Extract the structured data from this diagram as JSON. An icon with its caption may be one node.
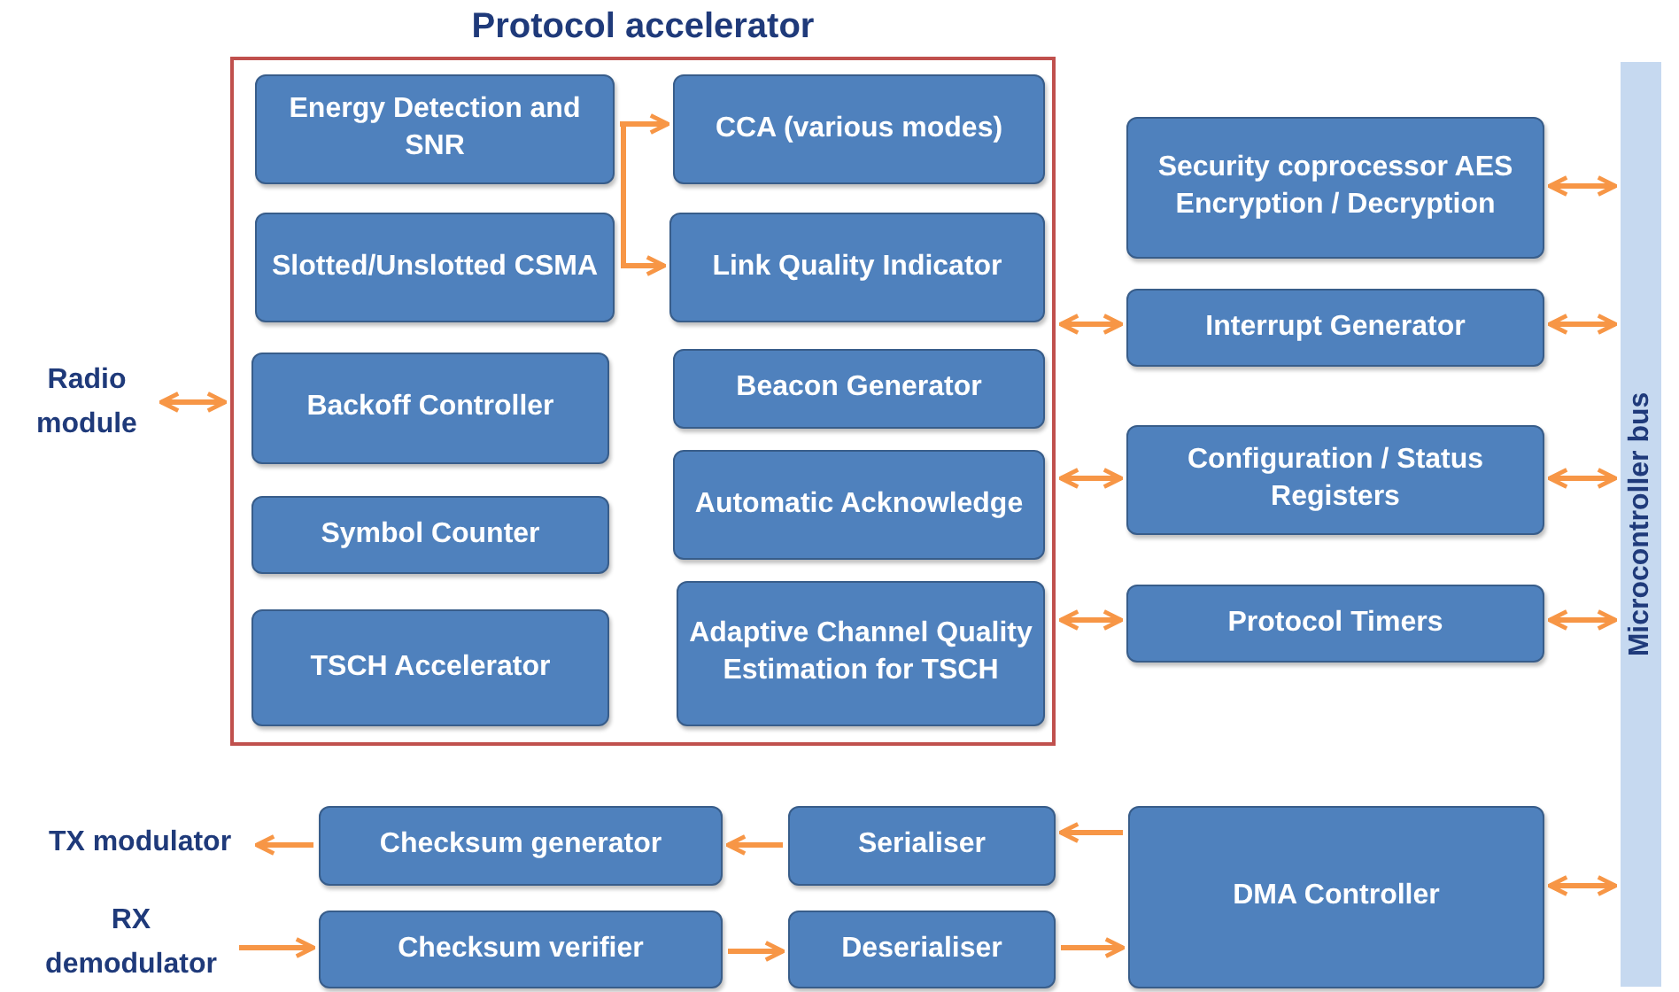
{
  "diagram": {
    "nodes": [
      {
        "text": [
          "Protocol accelerator"
        ]
      },
      {
        "text": [
          "Energy Detection and SNR"
        ],
        "in": 0
      },
      {
        "text": [
          "CCA (various modes)"
        ],
        "in": 0
      },
      {
        "text": [
          "Slotted/Unslotted CSMA"
        ],
        "in": 0
      },
      {
        "text": [
          "Link Quality Indicator"
        ],
        "in": 0
      },
      {
        "text": [
          "Backoff Controller"
        ],
        "in": 0
      },
      {
        "text": [
          "Beacon Generator"
        ],
        "in": 0
      },
      {
        "text": [
          "Symbol Counter"
        ],
        "in": 0
      },
      {
        "text": [
          "Automatic Acknowledge"
        ],
        "in": 0
      },
      {
        "text": [
          "TSCH Accelerator"
        ],
        "in": 0
      },
      {
        "text": [
          "Adaptive Channel Quality Estimation for TSCH"
        ],
        "in": 0
      },
      {
        "text": [
          "Radio module"
        ]
      },
      {
        "text": [
          "Security coprocessor AES Encryption / Decryption"
        ]
      },
      {
        "text": [
          "Interrupt Generator"
        ]
      },
      {
        "text": [
          "Configuration / Status Registers"
        ]
      },
      {
        "text": [
          "Protocol Timers"
        ]
      },
      {
        "text": [
          "Microcontroller bus"
        ]
      },
      {
        "text": [
          "TX modulator"
        ]
      },
      {
        "text": [
          "Checksum generator"
        ]
      },
      {
        "text": [
          "Serialiser"
        ]
      },
      {
        "text": [
          "DMA Controller"
        ]
      },
      {
        "text": [
          "RX demodulator"
        ]
      },
      {
        "text": [
          "Checksum verifier"
        ]
      },
      {
        "text": [
          "Deserialiser"
        ]
      }
    ],
    "edges": [
      {
        "from": 1,
        "to": 2,
        "arrow": "to"
      },
      {
        "from": 1,
        "to": 4,
        "arrow": "to"
      },
      {
        "from": 11,
        "to": 0,
        "arrow": "both"
      },
      {
        "from": 12,
        "to": 16,
        "arrow": "both"
      },
      {
        "from": 0,
        "to": 13,
        "arrow": "both"
      },
      {
        "from": 13,
        "to": 16,
        "arrow": "both"
      },
      {
        "from": 0,
        "to": 14,
        "arrow": "both"
      },
      {
        "from": 14,
        "to": 16,
        "arrow": "both"
      },
      {
        "from": 0,
        "to": 15,
        "arrow": "both"
      },
      {
        "from": 15,
        "to": 16,
        "arrow": "both"
      },
      {
        "from": 20,
        "to": 16,
        "arrow": "both"
      },
      {
        "from": 20,
        "to": 19,
        "arrow": "to"
      },
      {
        "from": 19,
        "to": 18,
        "arrow": "to"
      },
      {
        "from": 18,
        "to": 17,
        "arrow": "to"
      },
      {
        "from": 21,
        "to": 22,
        "arrow": "to"
      },
      {
        "from": 22,
        "to": 23,
        "arrow": "to"
      },
      {
        "from": 23,
        "to": 20,
        "arrow": "to"
      }
    ]
  }
}
